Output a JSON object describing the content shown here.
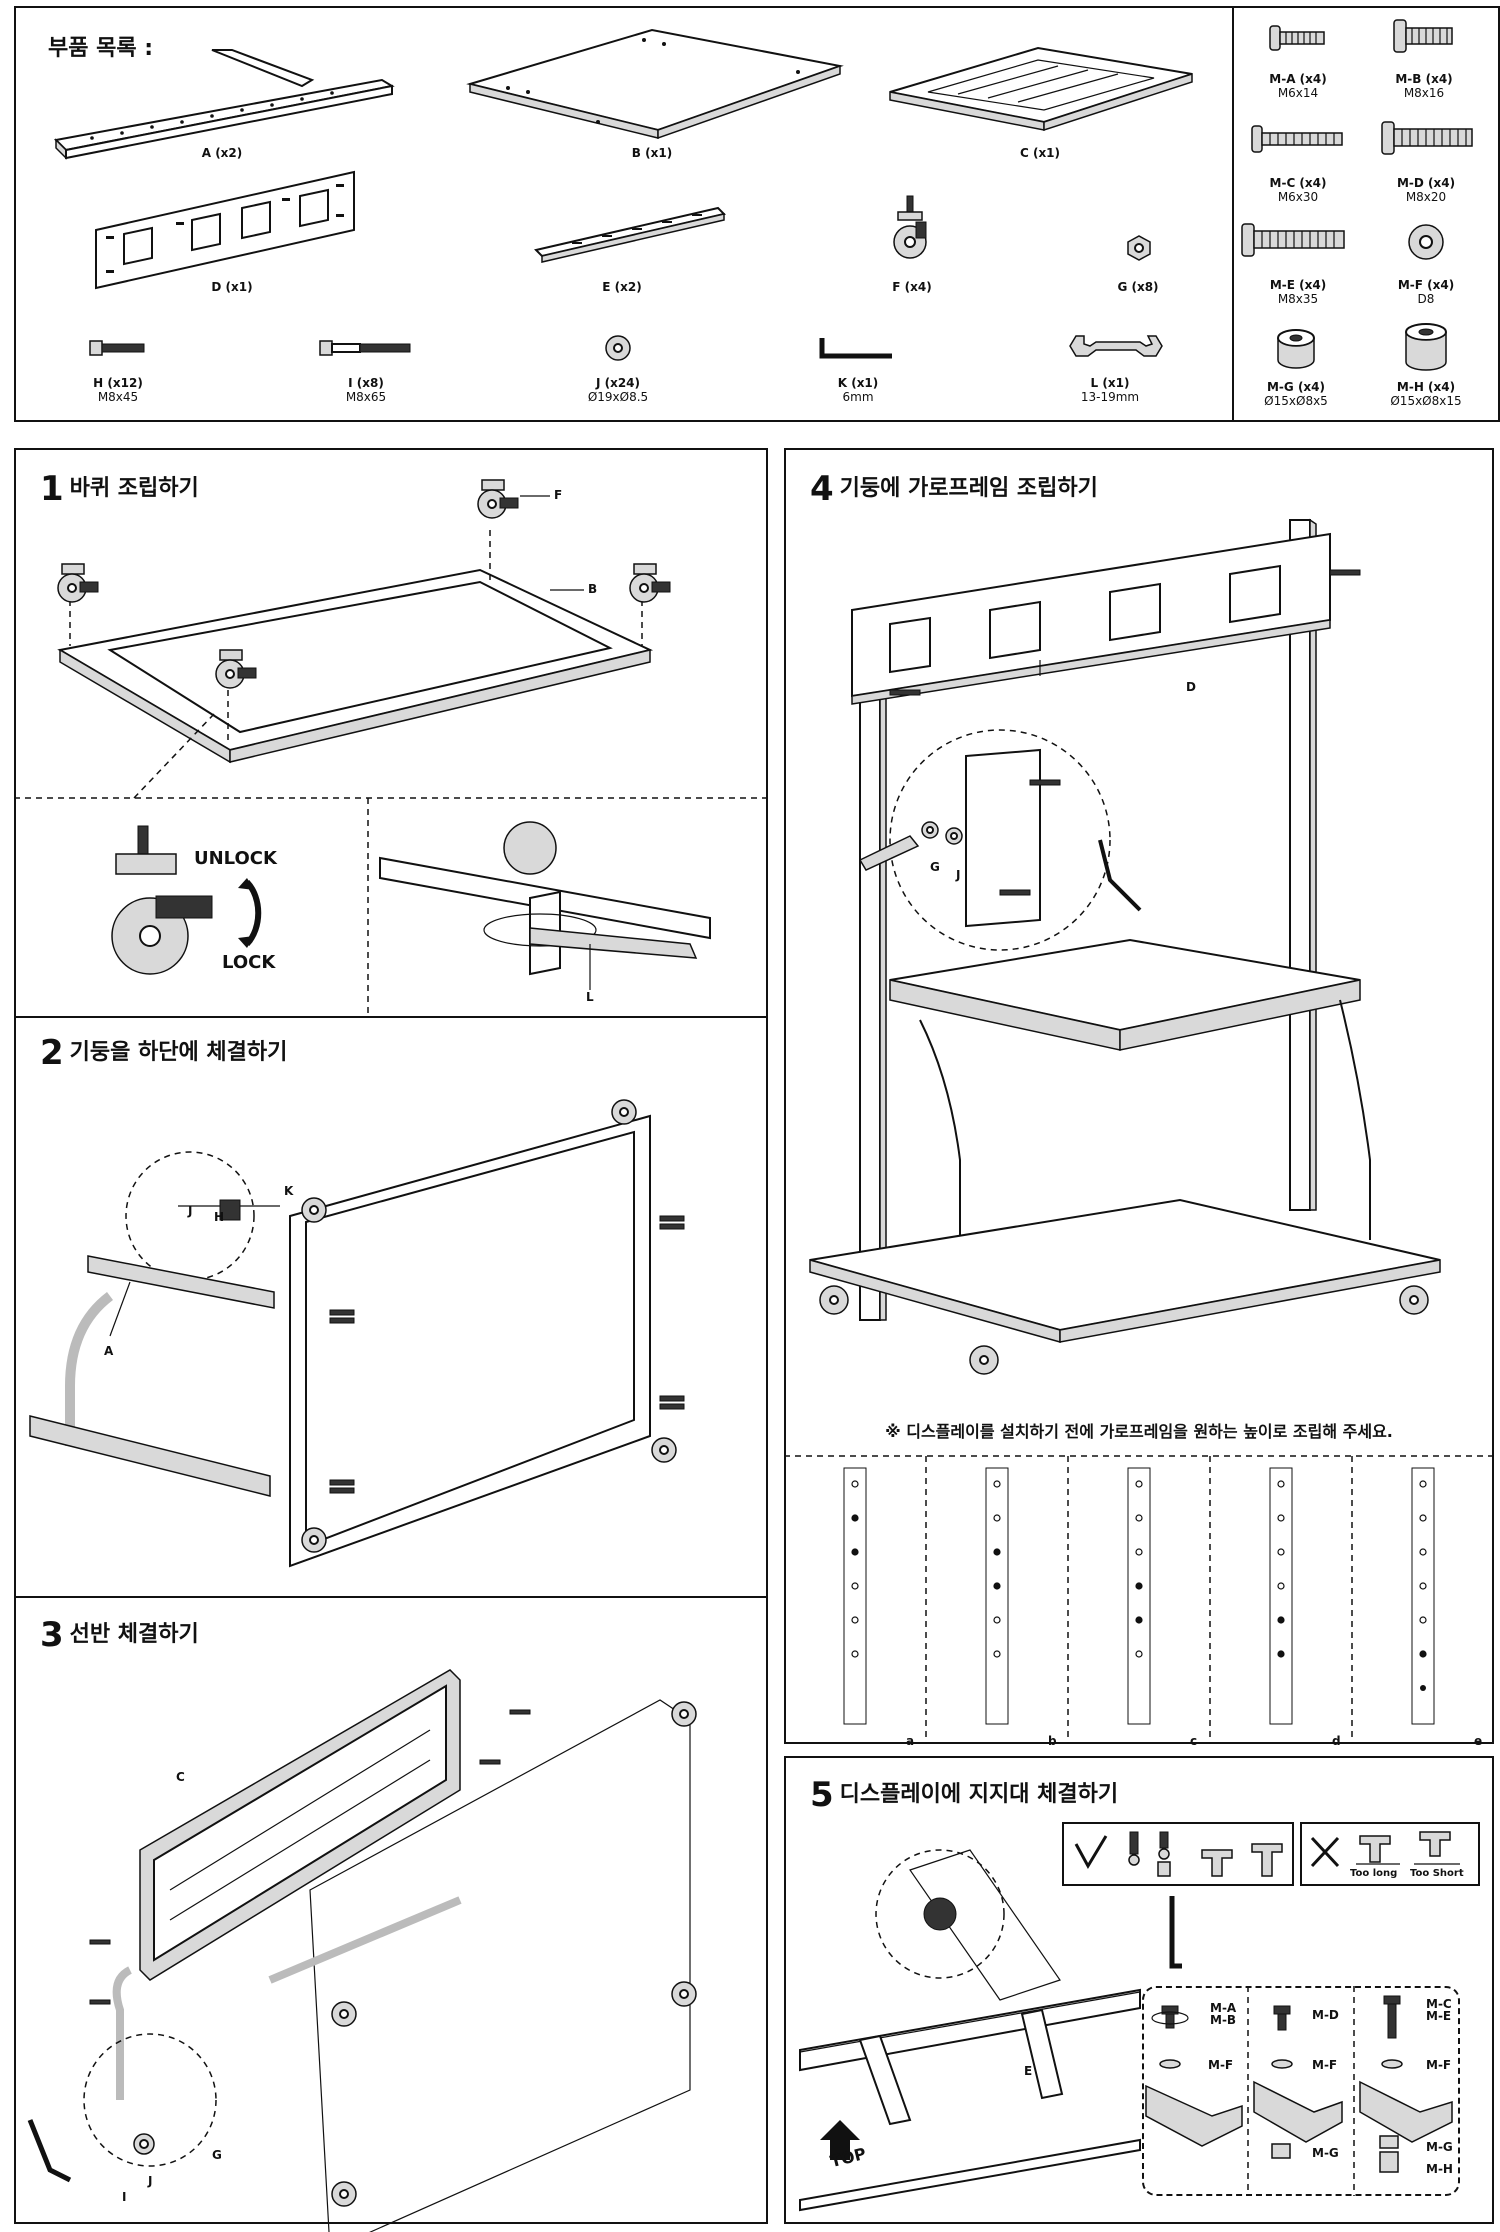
{
  "parts": {
    "title": "부품 목록 :",
    "items": [
      {
        "code": "A (x2)",
        "spec": ""
      },
      {
        "code": "B (x1)",
        "spec": ""
      },
      {
        "code": "C (x1)",
        "spec": ""
      },
      {
        "code": "D (x1)",
        "spec": ""
      },
      {
        "code": "E (x2)",
        "spec": ""
      },
      {
        "code": "F (x4)",
        "spec": ""
      },
      {
        "code": "G (x8)",
        "spec": ""
      },
      {
        "code": "H (x12)",
        "spec": "M8x45"
      },
      {
        "code": "I (x8)",
        "spec": "M8x65"
      },
      {
        "code": "J (x24)",
        "spec": "Ø19xØ8.5"
      },
      {
        "code": "K (x1)",
        "spec": "6mm"
      },
      {
        "code": "L (x1)",
        "spec": "13-19mm"
      }
    ],
    "hardware": [
      {
        "code": "M-A (x4)",
        "spec": "M6x14"
      },
      {
        "code": "M-B (x4)",
        "spec": "M8x16"
      },
      {
        "code": "M-C (x4)",
        "spec": "M6x30"
      },
      {
        "code": "M-D (x4)",
        "spec": "M8x20"
      },
      {
        "code": "M-E (x4)",
        "spec": "M8x35"
      },
      {
        "code": "M-F (x4)",
        "spec": "D8"
      },
      {
        "code": "M-G (x4)",
        "spec": "Ø15xØ8x5"
      },
      {
        "code": "M-H (x4)",
        "spec": "Ø15xØ8x15"
      }
    ]
  },
  "steps": {
    "s1": {
      "num": "1",
      "title": "바퀴 조립하기",
      "labels": {
        "F": "F",
        "B": "B",
        "unlock": "UNLOCK",
        "lock": "LOCK",
        "L": "L"
      }
    },
    "s2": {
      "num": "2",
      "title": "기둥을 하단에 체결하기",
      "labels": {
        "J": "J",
        "H": "H",
        "K": "K",
        "A": "A"
      }
    },
    "s3": {
      "num": "3",
      "title": "선반 체결하기",
      "labels": {
        "C": "C",
        "I": "I",
        "J": "J",
        "G": "G"
      }
    },
    "s4": {
      "num": "4",
      "title": "기둥에 가로프레임 조립하기",
      "labels": {
        "D": "D",
        "G": "G",
        "J": "J"
      },
      "note": "※ 디스플레이를 설치하기 전에 가로프레임을 원하는 높이로 조립해 주세요.",
      "positions": [
        "a",
        "b",
        "c",
        "d",
        "e"
      ]
    },
    "s5": {
      "num": "5",
      "title": "디스플레이에 지지대 체결하기",
      "labels": {
        "E": "E",
        "top": "TOP",
        "too_long": "Too long",
        "too_short": "Too Short",
        "ma_mb": "M-A\nM-B",
        "md": "M-D",
        "mc_me": "M-C\nM-E",
        "mf1": "M-F",
        "mf2": "M-F",
        "mf3": "M-F",
        "mg1": "M-G",
        "mg2": "M-G",
        "mh": "M-H"
      }
    }
  }
}
